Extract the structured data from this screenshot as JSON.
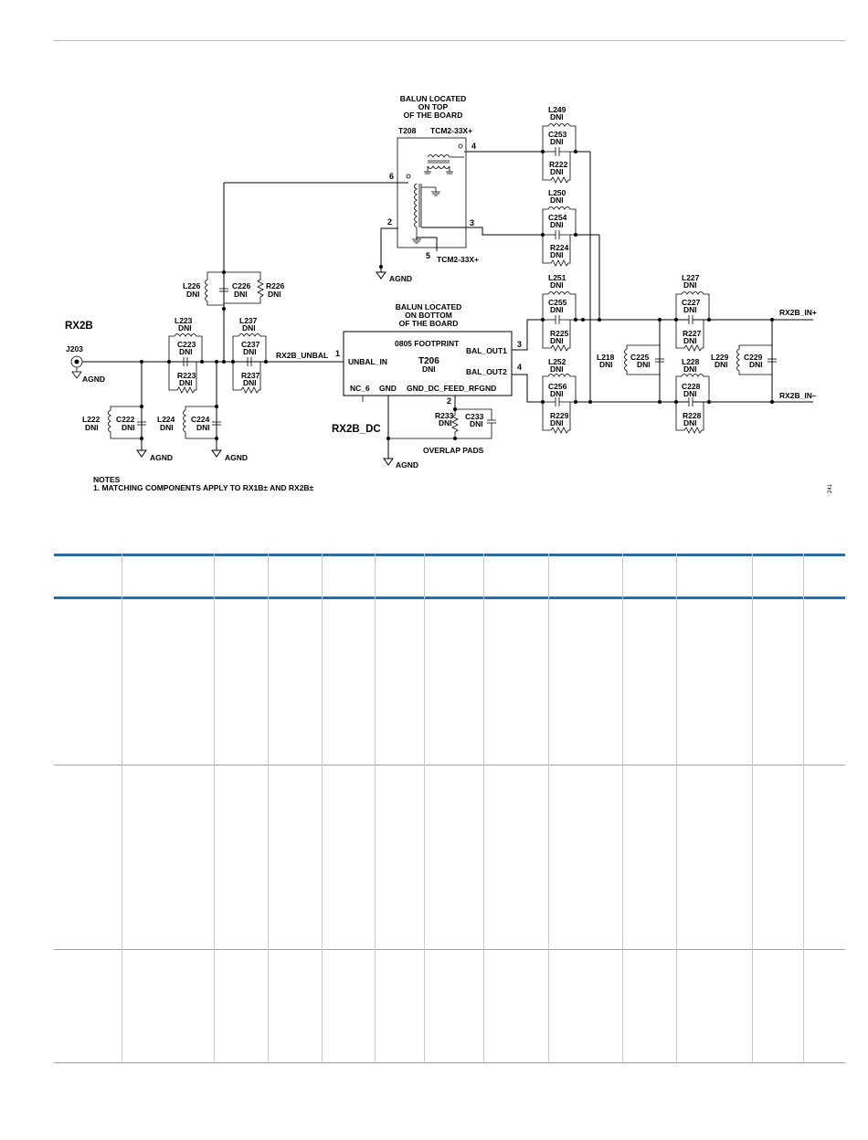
{
  "schematic": {
    "title": "RX2B",
    "dc_label": "RX2B_DC",
    "connector": "J203",
    "ground": "AGND",
    "balun_top": {
      "note_line1": "BALUN LOCATED",
      "note_line2": "ON TOP",
      "note_line3": "OF THE BOARD",
      "ref": "T208",
      "part": "TCM2-33X+",
      "part_bottom": "TCM2-33X+",
      "pins": [
        "4",
        "6",
        "2",
        "3",
        "5"
      ]
    },
    "balun_bottom": {
      "note_line1": "BALUN LOCATED",
      "note_line2": "ON BOTTOM",
      "note_line3": "OF THE BOARD",
      "footprint": "0805 FOOTPRINT",
      "ref": "T206",
      "dni": "DNI",
      "pin_unbal_in": "UNBAL_IN",
      "pin_bal_out1": "BAL_OUT1",
      "pin_bal_out2": "BAL_OUT2",
      "pin_nc6": "NC_6",
      "pin_gnd": "GND",
      "pin_gnd_dc": "GND_DC_FEED_RFGND",
      "pin_num_1": "1",
      "pin_num_2": "2",
      "pin_num_3": "3",
      "pin_num_4": "4"
    },
    "nets": {
      "unbal": "RX2B_UNBAL",
      "out_p": "RX2B_IN+",
      "out_n": "RX2B_IN–"
    },
    "overlap_pads": "OVERLAP PADS",
    "dni": "DNI",
    "components": {
      "L249": "L249",
      "C253": "C253",
      "R222": "R222",
      "L250": "L250",
      "C254": "C254",
      "R224": "R224",
      "L251": "L251",
      "C255": "C255",
      "R225": "R225",
      "L252": "L252",
      "C256": "C256",
      "R229": "R229",
      "L227": "L227",
      "C227": "C227",
      "R227": "R227",
      "L228": "L228",
      "C228": "C228",
      "R228": "R228",
      "L218": "L218",
      "C225": "C225",
      "L229": "L229",
      "C229": "C229",
      "L226": "L226",
      "C226": "C226",
      "R226": "R226",
      "L223": "L223",
      "C223": "C223",
      "R223": "R223",
      "L237": "L237",
      "C237": "C237",
      "R237": "R237",
      "L222": "L222",
      "C222": "C222",
      "L224": "L224",
      "C224": "C224",
      "R233": "R233",
      "C233": "C233"
    },
    "notes_title": "NOTES",
    "notes_line1": "1. MATCHING COMPONENTS APPLY TO RX1B± AND RX2B±",
    "figure_code": "241"
  }
}
